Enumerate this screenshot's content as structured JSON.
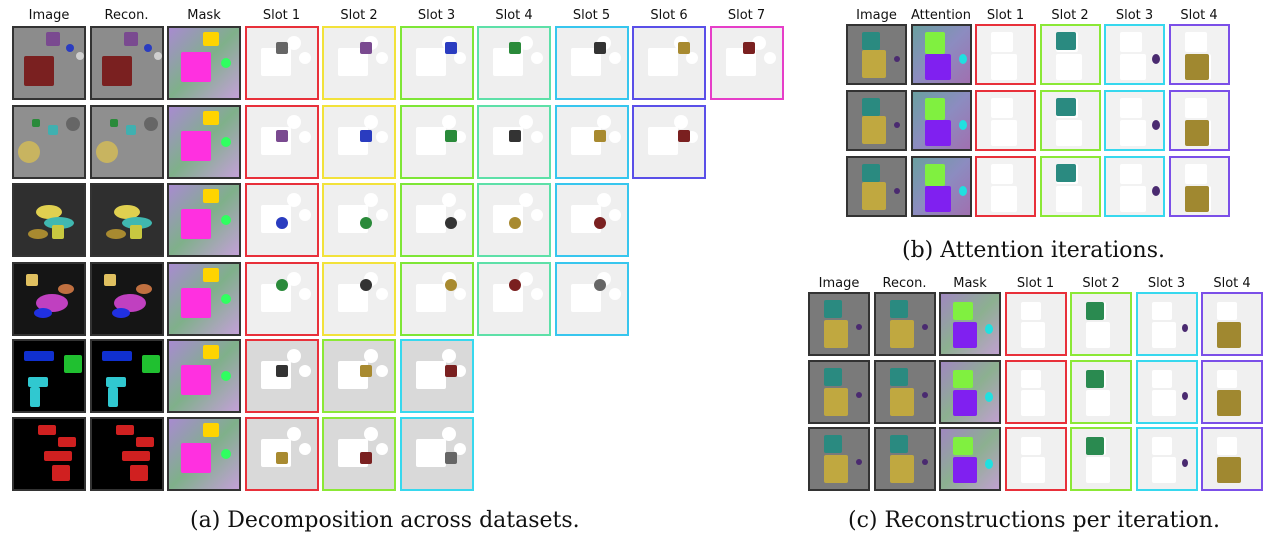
{
  "panel_a": {
    "headers": [
      "Image",
      "Recon.",
      "Mask",
      "Slot 1",
      "Slot 2",
      "Slot 3",
      "Slot 4",
      "Slot 5",
      "Slot 6",
      "Slot 7"
    ],
    "caption": "(a) Decomposition across datasets.",
    "slot_counts": [
      7,
      6,
      5,
      5,
      3,
      3
    ]
  },
  "panel_b": {
    "headers": [
      "Image",
      "Attention",
      "Slot 1",
      "Slot 2",
      "Slot 3",
      "Slot 4"
    ],
    "caption": "(b) Attention iterations."
  },
  "panel_c": {
    "headers": [
      "Image",
      "Recon.",
      "Mask",
      "Slot 1",
      "Slot 2",
      "Slot 3",
      "Slot 4"
    ],
    "caption": "(c) Reconstructions per iteration."
  },
  "colors": {
    "slot_borders": [
      "#e8303a",
      "#f2e23a",
      "#7ee636",
      "#5de0a8",
      "#37c6ee",
      "#5a4fe8",
      "#e63ec8"
    ],
    "slot_borders_b": [
      "#e8303a",
      "#8be836",
      "#37d8ee",
      "#7b4fe8"
    ],
    "neutral_border": "#333333"
  }
}
